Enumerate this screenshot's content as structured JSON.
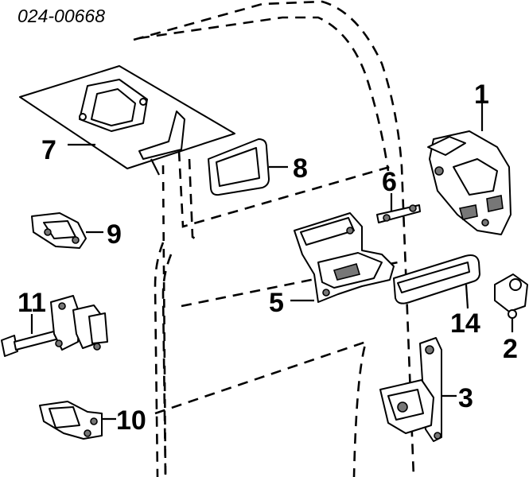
{
  "diagram_code": "024-00668",
  "callouts": {
    "c1": "1",
    "c2": "2",
    "c3": "3",
    "c5": "5",
    "c6": "6",
    "c7": "7",
    "c8": "8",
    "c9": "9",
    "c10": "10",
    "c11": "11",
    "c14": "14"
  }
}
